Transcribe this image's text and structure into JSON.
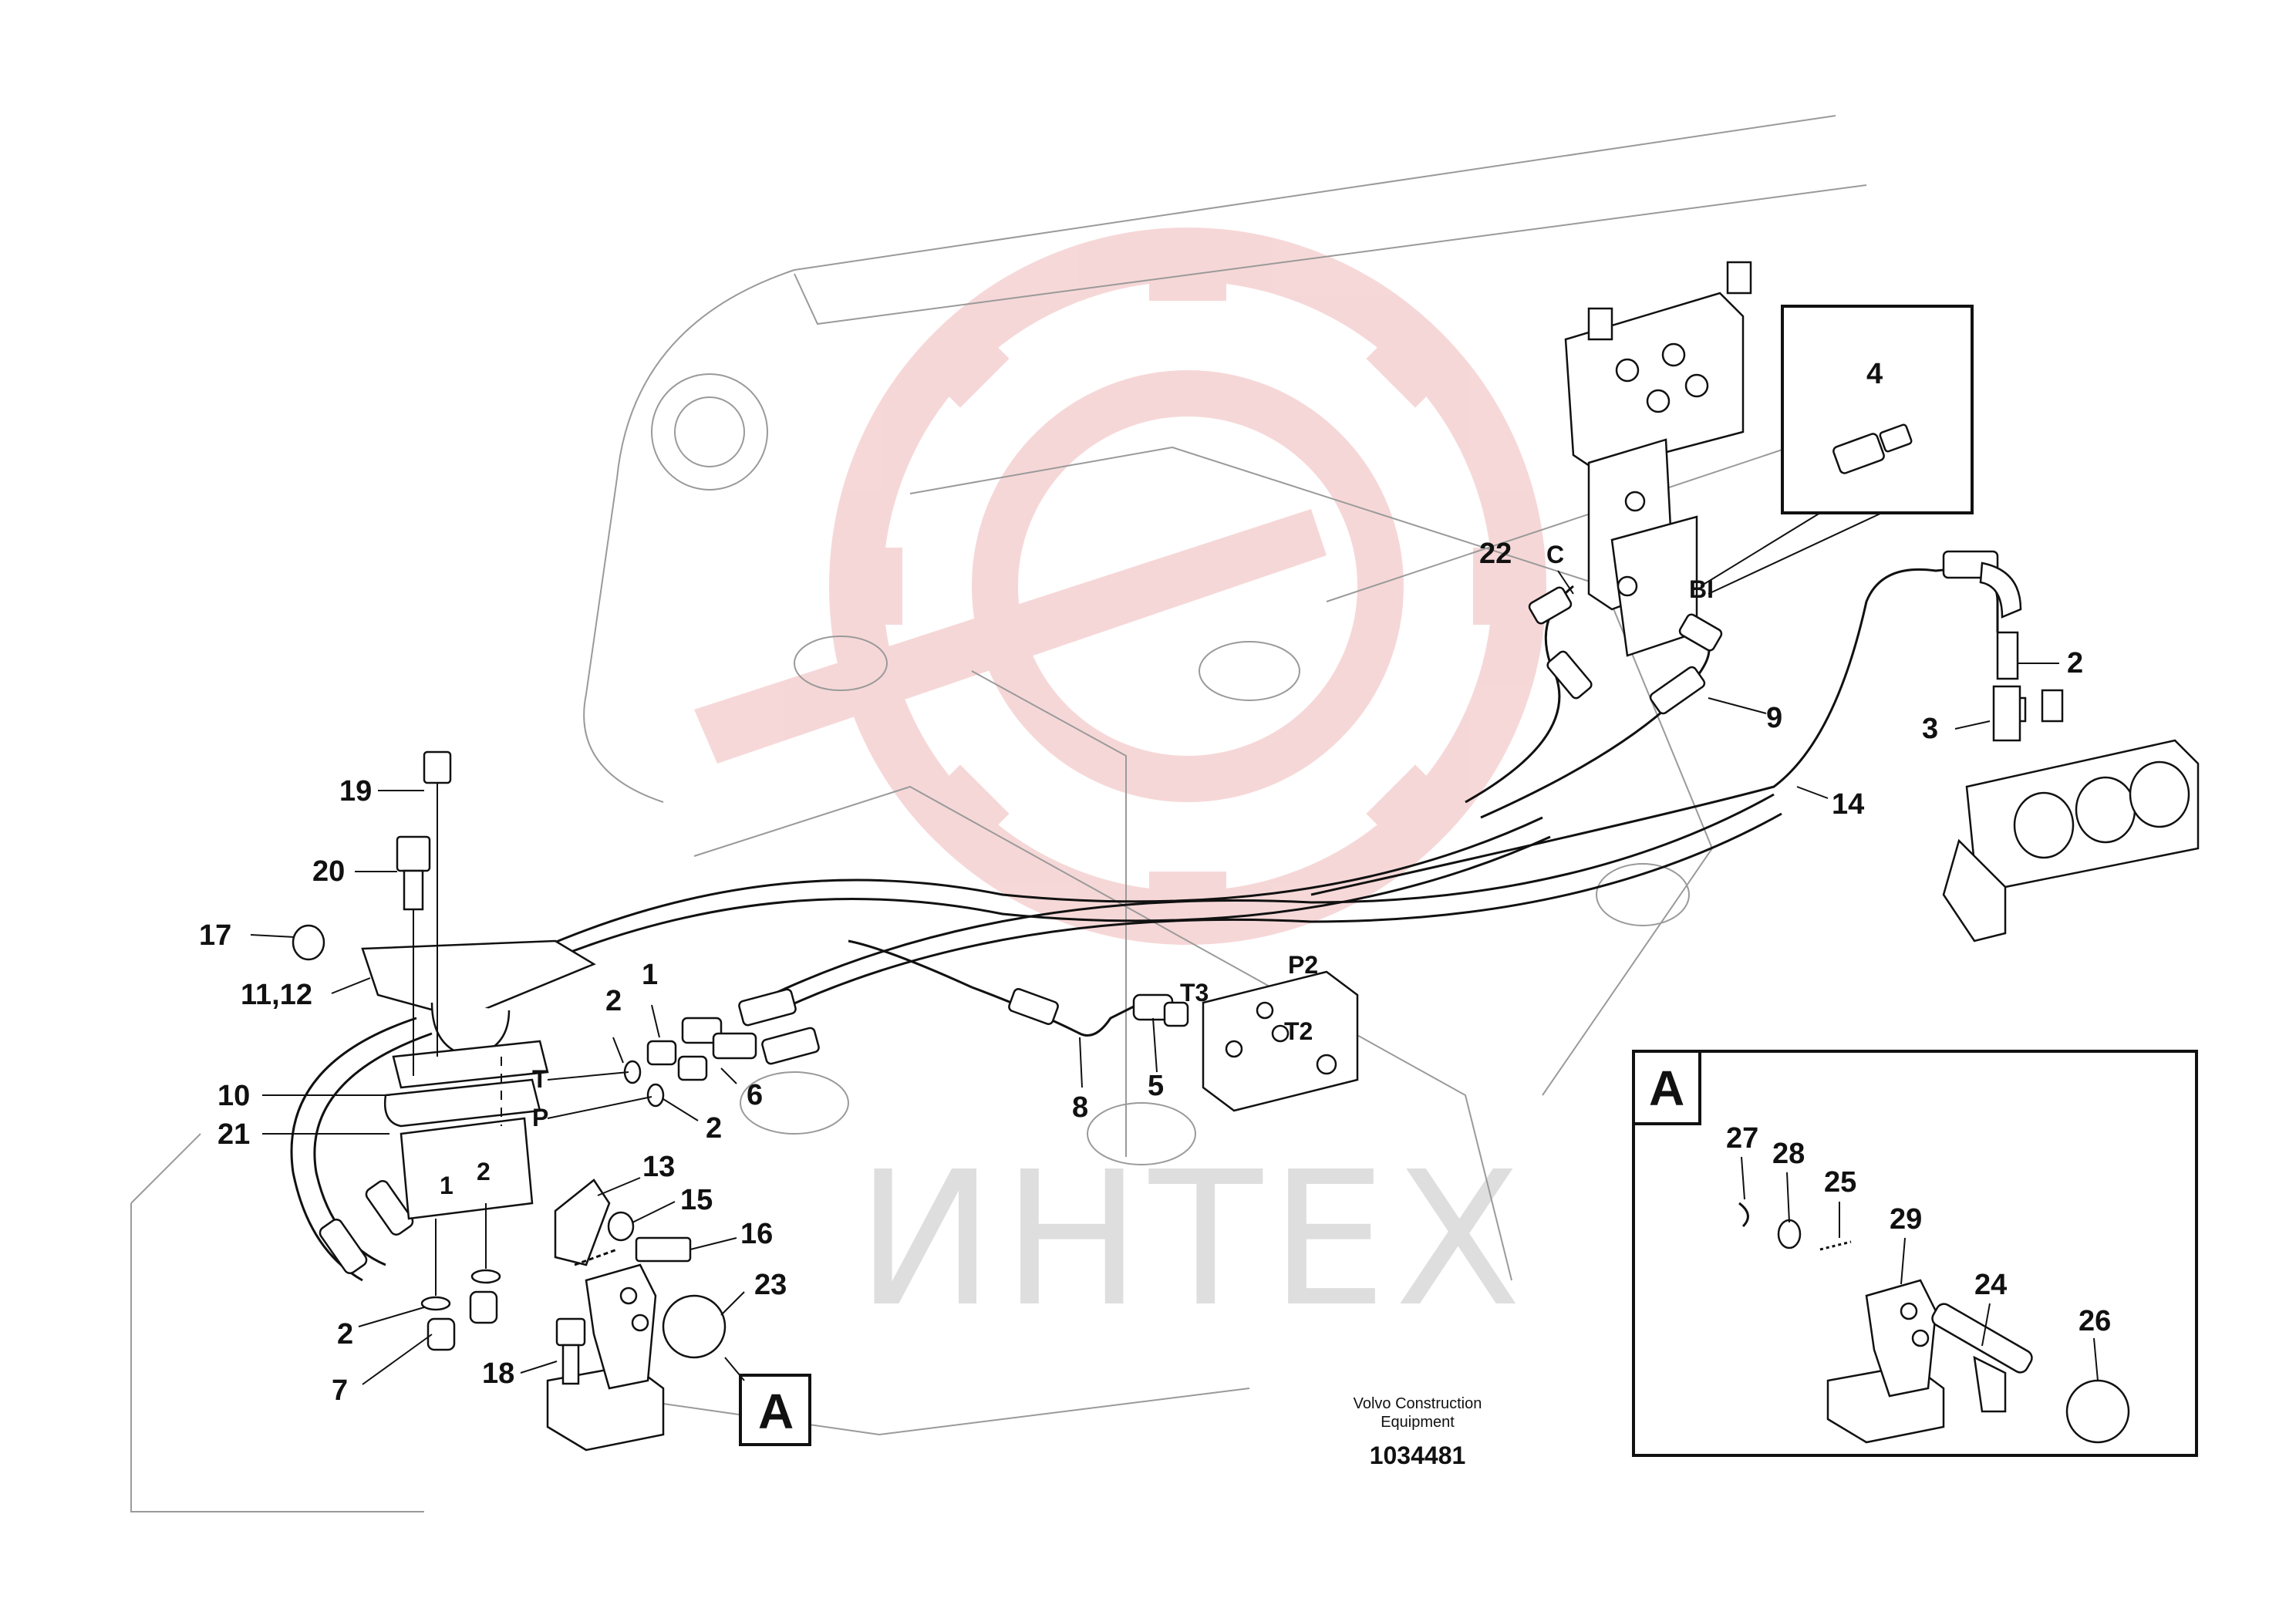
{
  "callouts": {
    "c1": "1",
    "c2": "2",
    "c3": "3",
    "c4": "4",
    "c5": "5",
    "c6": "6",
    "c7": "7",
    "c8": "8",
    "c9": "9",
    "c10": "10",
    "c11_12": "11,12",
    "c13": "13",
    "c14": "14",
    "c15": "15",
    "c16": "16",
    "c17": "17",
    "c18": "18",
    "c19": "19",
    "c20": "20",
    "c21": "21",
    "c22": "22",
    "c23": "23",
    "c24": "24",
    "c25": "25",
    "c26": "26",
    "c27": "27",
    "c28": "28",
    "c29": "29"
  },
  "ports": {
    "c": "C",
    "bi": "BI",
    "t3": "T3",
    "p2": "P2",
    "t2": "T2",
    "t": "T",
    "p": "P",
    "pedal_port_1": "1",
    "pedal_port_2": "2"
  },
  "detail": {
    "view_label": "A",
    "view_ref_label": "A"
  },
  "footer": {
    "manufacturer_line1": "Volvo Construction",
    "manufacturer_line2": "Equipment",
    "document_number": "1034481"
  },
  "watermark": {
    "text": "ИНТЕХ",
    "color": "#f2c4c4"
  },
  "colors": {
    "lines": "#111111",
    "frame": "#9a9a9a",
    "watermark_logo": "#f0b8b8"
  }
}
